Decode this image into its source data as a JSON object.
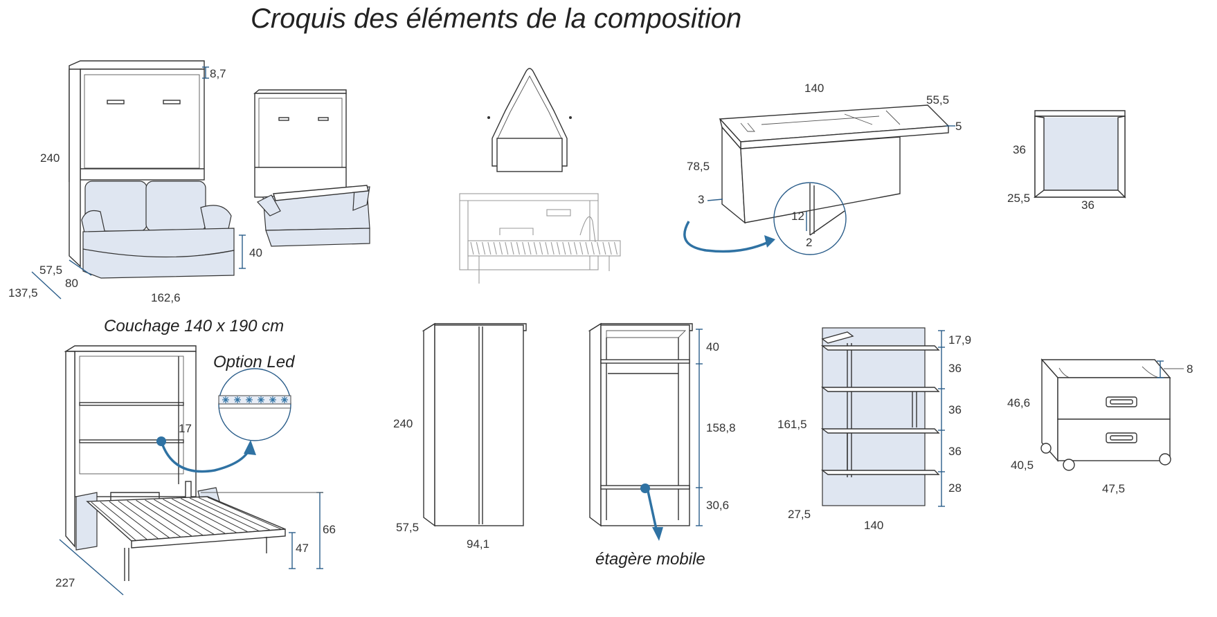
{
  "title": "Croquis des éléments de la composition",
  "captions": {
    "couchage": "Couchage 140 x 190 cm",
    "option_led": "Option Led",
    "etagere_mobile": "étagère mobile"
  },
  "dimensions": {
    "sofa_bed": {
      "height": "240",
      "top": "8,7",
      "seat_height": "40",
      "depth_a": "57,5",
      "depth_b": "80",
      "depth_c": "137,5",
      "width": "162,6"
    },
    "desk": {
      "width": "140",
      "depth": "55,5",
      "thickness": "5",
      "height": "78,5",
      "side": "3",
      "detail_h": "12",
      "detail_w": "2"
    },
    "cube": {
      "height": "36",
      "depth": "25,5",
      "width": "36"
    },
    "open_bed": {
      "shelf": "17",
      "height_66": "66",
      "height_47": "47",
      "length": "227"
    },
    "wardrobe": {
      "height": "240",
      "depth": "57,5",
      "width": "94,1"
    },
    "wardrobe_inside": {
      "top": "40",
      "middle": "158,8",
      "bottom": "30,6"
    },
    "bookshelf": {
      "top": "17,9",
      "s1": "36",
      "s2": "36",
      "s3": "36",
      "bottom": "28",
      "height": "161,5",
      "depth": "27,5",
      "width": "140"
    },
    "drawer_unit": {
      "top": "8",
      "height": "46,6",
      "depth": "40,5",
      "width": "47,5"
    }
  },
  "colors": {
    "accent_blue": "#2f72a3",
    "fabric_blue": "#dfe6f1",
    "line": "#333333"
  }
}
